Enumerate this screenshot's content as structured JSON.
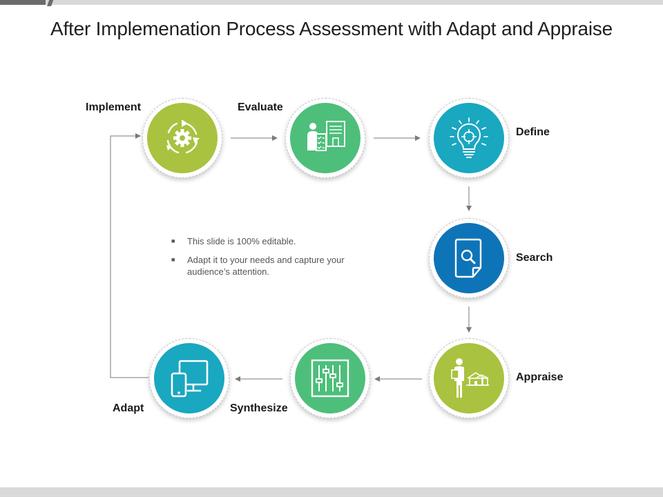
{
  "title": "After Implemenation Process Assessment with Adapt and Appraise",
  "steps": [
    {
      "label": "Implement",
      "color": "#a9c23f",
      "icon": "cycle-gear-icon"
    },
    {
      "label": "Evaluate",
      "color": "#4dbf7b",
      "icon": "person-checklist-icon"
    },
    {
      "label": "Define",
      "color": "#1aa7c0",
      "icon": "lightbulb-target-icon"
    },
    {
      "label": "Search",
      "color": "#0e74b8",
      "icon": "document-search-icon"
    },
    {
      "label": "Appraise",
      "color": "#a9c23f",
      "icon": "person-house-icon"
    },
    {
      "label": "Synthesize",
      "color": "#4dbf7b",
      "icon": "sliders-icon"
    },
    {
      "label": "Adapt",
      "color": "#1aa7c0",
      "icon": "devices-icon"
    }
  ],
  "notes": [
    "This slide is 100% editable.",
    "Adapt it to your needs and capture your audience’s attention."
  ],
  "colors": {
    "arrow": "#7a7a7a"
  }
}
